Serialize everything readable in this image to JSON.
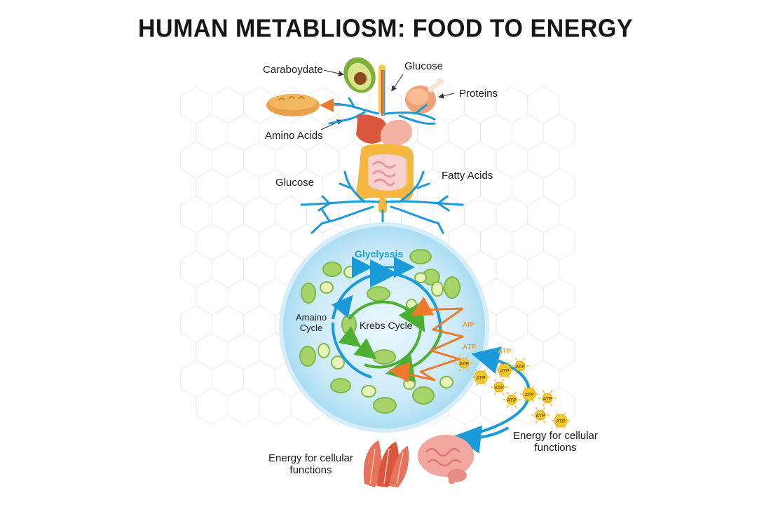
{
  "title": "HUMAN METABLIOSM: FOOD TO ENERGY",
  "labels": {
    "carbohydrate": "Caraboydate",
    "glucose_top": "Glucose",
    "proteins": "Proteins",
    "amino_acids": "Amino Acids",
    "glucose_left": "Glucose",
    "fatty_acids": "Fatty Acids",
    "glycolysis": "Glyclyssis",
    "amino_cycle": "Amaino\nCycle",
    "krebs_cycle": "Krebs Cycle",
    "atp_1": "AIP",
    "atp_2": "ATP",
    "atp_3": "ATP",
    "atp_molecule": "ATP",
    "energy_right": "Energy for cellular\nfunctions",
    "energy_left": "Energy for cellular\nfunctions"
  },
  "colors": {
    "vessel_blue": "#1a9ad9",
    "cycle_green": "#4caf30",
    "atp_orange": "#ef7a2c",
    "cell_fill": "#bfe6f7",
    "atp_yellow": "#f7c928"
  },
  "icons": [
    "avocado-icon",
    "bread-icon",
    "chicken-leg-icon",
    "digestive-system-icon",
    "muscle-icon",
    "brain-icon"
  ]
}
